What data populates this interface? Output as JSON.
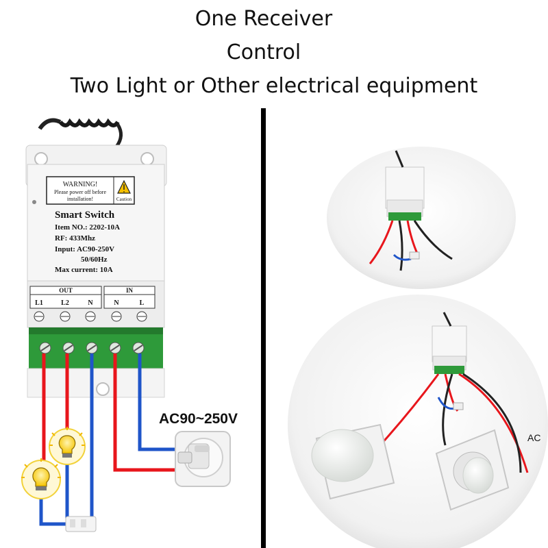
{
  "headline": {
    "line1": "One Receiver",
    "line2": "Control",
    "line3": "Two Light or Other electrical equipment"
  },
  "module": {
    "warning_title": "WARNING!",
    "warning_line1": "Please power off before",
    "warning_line2": "installation!",
    "caution_label": "Caution",
    "name": "Smart Switch",
    "item_no": "Item NO.: 2202-10A",
    "rf": "RF: 433Mhz",
    "input": "Input: AC90-250V",
    "freq": "50/60Hz",
    "max_current": "Max current: 10A",
    "out_label": "OUT",
    "in_label": "IN",
    "terminals": [
      "L1",
      "L2",
      "N",
      "N",
      "L"
    ]
  },
  "voltage_label": "AC90~250V",
  "ac_label": "AC",
  "colors": {
    "live_wire": "#e8161c",
    "neutral_wire": "#1f55c9",
    "terminal_green": "#2e9a3a",
    "divider": "#000000"
  },
  "icons": [
    "bulb-icon",
    "caution-icon",
    "plug-icon",
    "antenna-icon",
    "screw-icon"
  ]
}
